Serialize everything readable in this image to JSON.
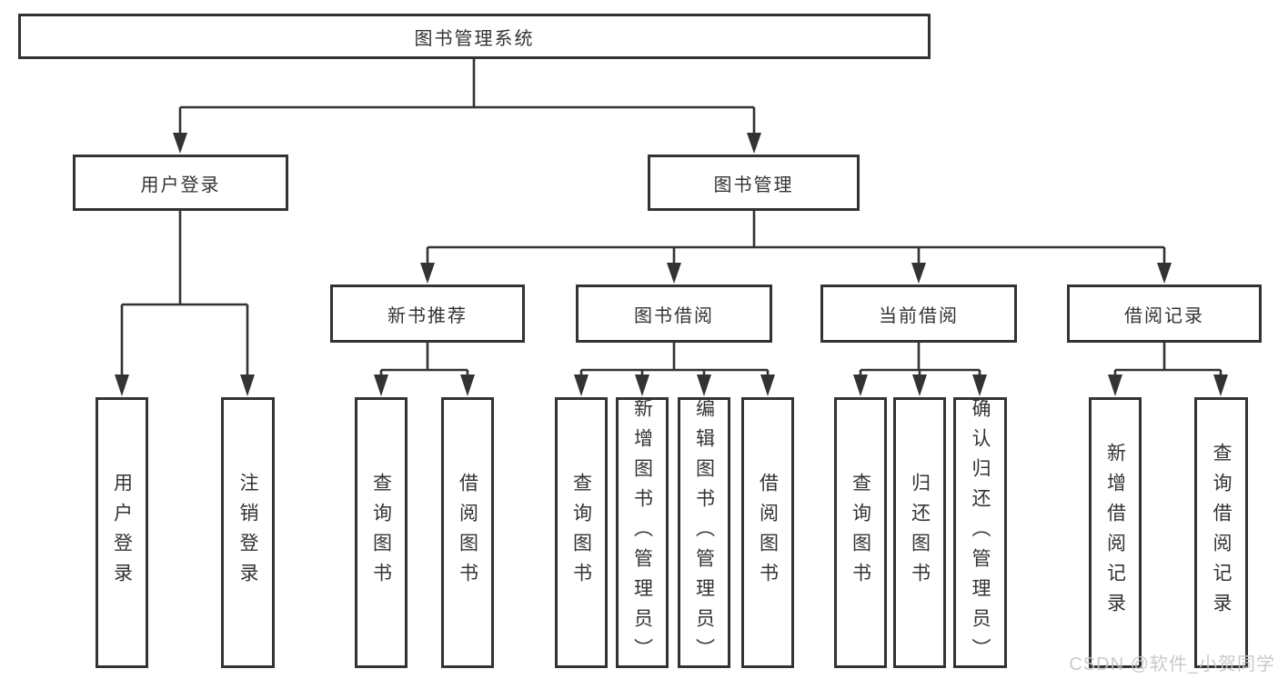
{
  "tree": {
    "label": "图书管理系统",
    "children": [
      {
        "label": "用户登录",
        "children": [
          {
            "label": "用户登录"
          },
          {
            "label": "注销登录"
          }
        ]
      },
      {
        "label": "图书管理",
        "children": [
          {
            "label": "新书推荐",
            "children": [
              {
                "label": "查询图书"
              },
              {
                "label": "借阅图书"
              }
            ]
          },
          {
            "label": "图书借阅",
            "children": [
              {
                "label": "查询图书"
              },
              {
                "label": "新增图书（管理员）"
              },
              {
                "label": "编辑图书（管理员）"
              },
              {
                "label": "借阅图书"
              }
            ]
          },
          {
            "label": "当前借阅",
            "children": [
              {
                "label": "查询图书"
              },
              {
                "label": "归还图书"
              },
              {
                "label": "确认归还（管理员）"
              }
            ]
          },
          {
            "label": "借阅记录",
            "children": [
              {
                "label": "新增借阅记录"
              },
              {
                "label": "查询借阅记录"
              }
            ]
          }
        ]
      }
    ]
  },
  "watermark": "CSDN @软件_小贺同学",
  "colors": {
    "line": "#333333",
    "text": "#333333",
    "box_background": "#ffffff",
    "watermark": "#c6c6c6"
  }
}
